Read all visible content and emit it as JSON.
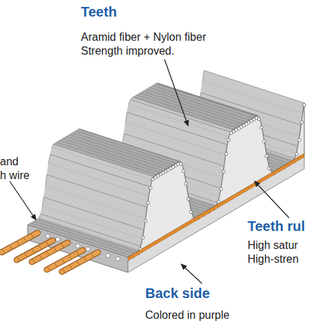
{
  "diagram": {
    "labels": [
      "Teeth",
      "Aramid fiber + Nylon fiber",
      "Strength improved.",
      "and",
      "h wire",
      "Teeth rul",
      "High satur",
      "High-stren",
      "Back side",
      "Colored in purple"
    ]
  }
}
